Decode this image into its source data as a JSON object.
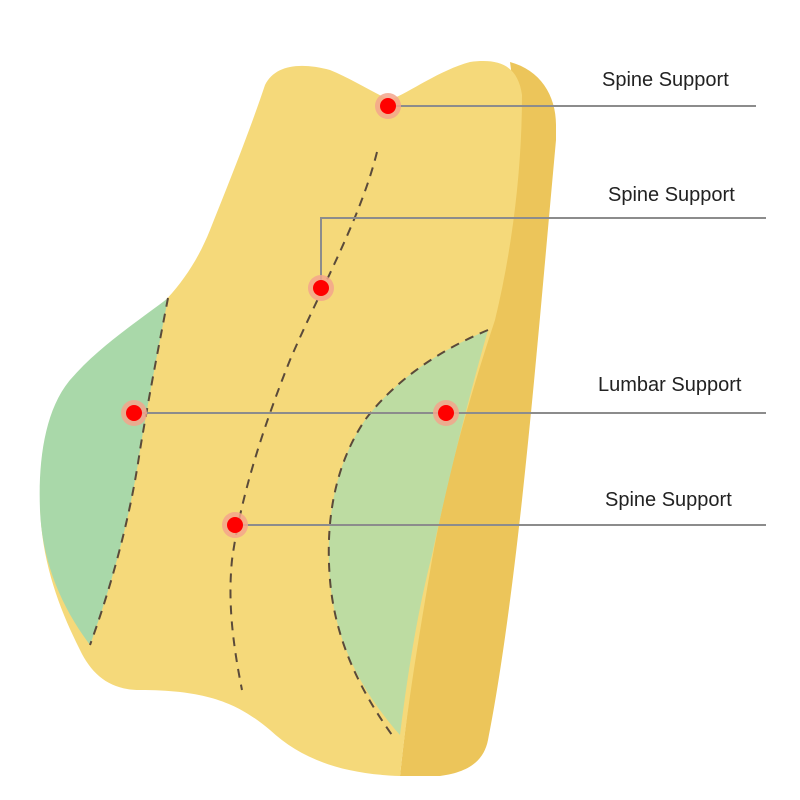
{
  "labels": [
    {
      "id": "label-1",
      "text": "Spine Support"
    },
    {
      "id": "label-2",
      "text": "Spine Support"
    },
    {
      "id": "label-3",
      "text": "Lumbar Support"
    },
    {
      "id": "label-4",
      "text": "Spine Support"
    }
  ],
  "colors": {
    "cushion_front": "#f5d97a",
    "cushion_side": "#ecc55a",
    "green_panel": "#a9d8a9",
    "green_panel_right": "#bddca2",
    "dashed_seam": "#5a4a3a",
    "marker_red": "#ff0000",
    "marker_halo": "#f3a48c",
    "leader_line": "#8c8c8c"
  }
}
